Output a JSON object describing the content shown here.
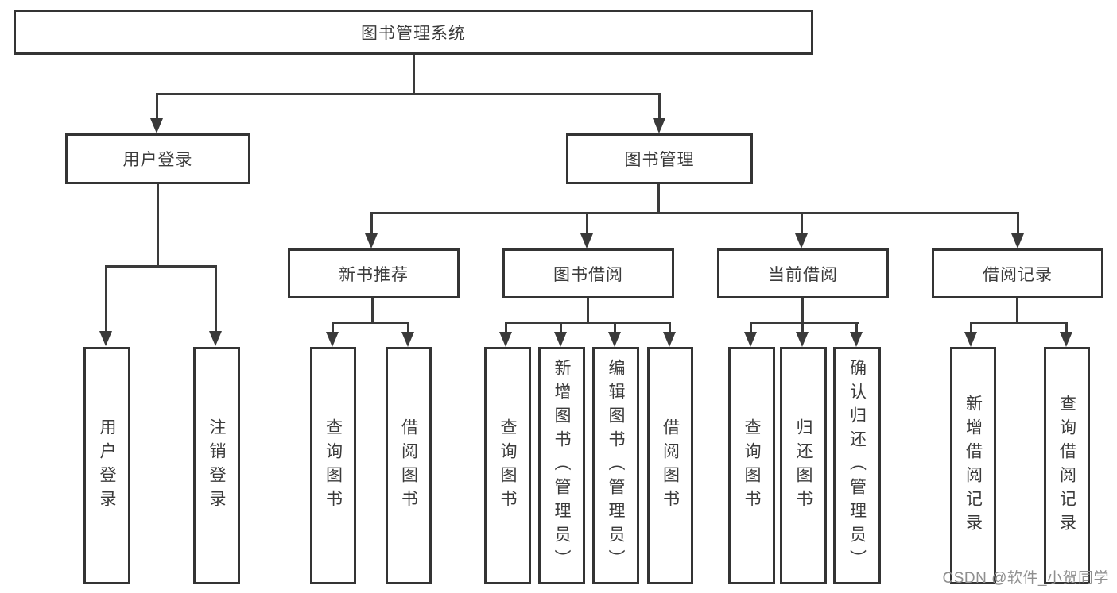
{
  "nodes": {
    "root": "图书管理系统",
    "user_login": "用户登录",
    "book_mgmt": "图书管理",
    "new_book": "新书推荐",
    "borrow": "图书借阅",
    "current": "当前借阅",
    "records": "借阅记录"
  },
  "leaves": {
    "user_login": [
      "用户登录",
      "注销登录"
    ],
    "new_book": [
      "查询图书",
      "借阅图书"
    ],
    "borrow": [
      "查询图书",
      "新增图书（管理员）",
      "编辑图书（管理员）",
      "借阅图书"
    ],
    "current": [
      "查询图书",
      "归还图书",
      "确认归还（管理员）"
    ],
    "records": [
      "新增借阅记录",
      "查询借阅记录"
    ]
  },
  "watermark": "CSDN @软件_小贺同学",
  "colors": {
    "line": "#3a3a3a",
    "border": "#343434",
    "text": "#3b3b3b",
    "watermark": "#8f8f8f",
    "background": "#ffffff"
  }
}
